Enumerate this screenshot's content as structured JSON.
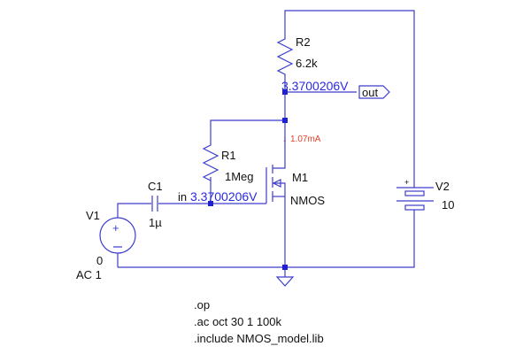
{
  "schematic": {
    "components": {
      "R2": {
        "name": "R2",
        "value": "6.2k"
      },
      "R1": {
        "name": "R1",
        "value": "1Meg"
      },
      "M1": {
        "name": "M1",
        "model": "NMOS"
      },
      "C1": {
        "name": "C1",
        "value": "1µ"
      },
      "V1": {
        "name": "V1",
        "value": "0",
        "ac": "AC 1"
      },
      "V2": {
        "name": "V2",
        "value": "10",
        "plus": "+"
      }
    },
    "nets": {
      "out": {
        "label": "out",
        "voltage": "3.3700206V"
      },
      "in": {
        "label": "in",
        "voltage": "3.3700206V"
      }
    },
    "annotations": {
      "drain_current": "1.07mA",
      "current_arrow": "↓"
    },
    "directives": [
      ".op",
      ".ac oct 30 1 100k",
      ".include NMOS_model.lib"
    ],
    "colors": {
      "wire": "#3d3dcc",
      "voltage_label": "#2a2ae0",
      "current_label": "#e0402a",
      "junction": "#1f1fd6"
    }
  }
}
